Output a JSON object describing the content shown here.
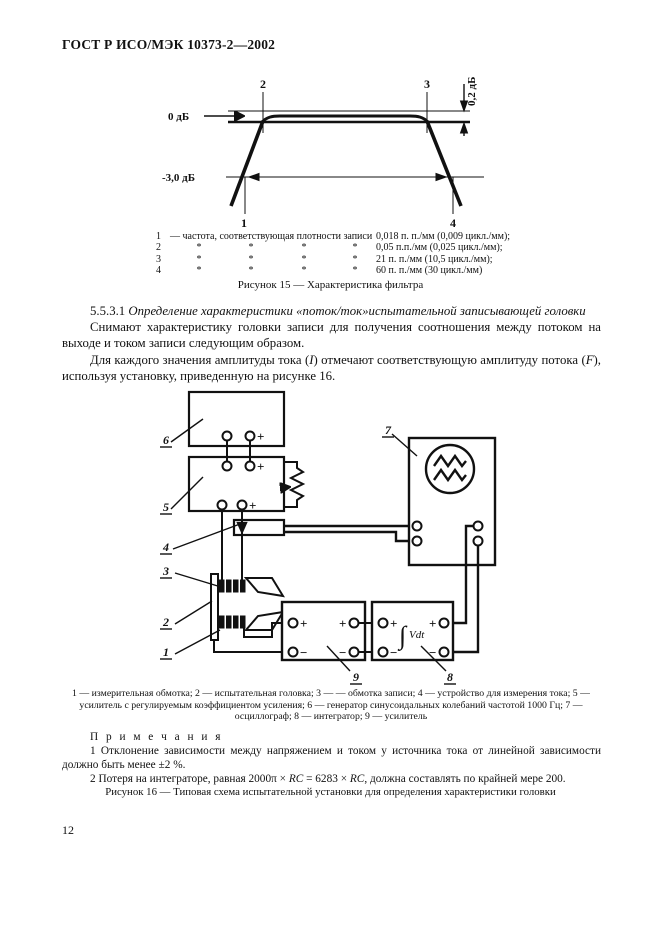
{
  "page": {
    "header": "ГОСТ Р ИСО/МЭК 10373-2—2002",
    "number": "12"
  },
  "figure15": {
    "axis": {
      "zero_db": "0 дБ",
      "minus3_db": "-3,0 дБ",
      "tolerance": "0,2 дБ"
    },
    "points": {
      "p1": "1",
      "p2": "2",
      "p3": "3",
      "p4": "4"
    },
    "legend": {
      "ditto": "*",
      "rows": [
        {
          "n": "1",
          "desc": "— частота, соответствующая плотности записи",
          "value": "0,018 п. п./мм (0,009 цикл./мм);"
        },
        {
          "n": "2",
          "value": "0,05 п.п./мм (0,025 цикл./мм);"
        },
        {
          "n": "3",
          "value": "21 п. п./мм (10,5 цикл./мм);"
        },
        {
          "n": "4",
          "value": "60 п. п./мм (30 цикл./мм)"
        }
      ]
    },
    "caption": "Рисунок 15 — Характеристика фильтра"
  },
  "section": {
    "number": "5.5.3.1",
    "title": "Определение характеристики «поток/ток»испытательной записывающей головки",
    "para1": "Снимают характеристику головки записи для получения соотношения между потоком на выходе и током записи следующим образом.",
    "para2": {
      "s0": "Для каждого значения амплитуды тока (",
      "s1": "I",
      "s2": ") отмечают соответствующую амплитуду потока (",
      "s3": "F",
      "s4": "), используя установку, приведенную на рисунке 16."
    }
  },
  "figure16": {
    "labels": {
      "n1": "1",
      "n2": "2",
      "n3": "3",
      "n4": "4",
      "n5": "5",
      "n6": "6",
      "n7": "7",
      "n8": "8",
      "n9": "9"
    },
    "signs": {
      "plus": "+",
      "minus": "−",
      "integral": "∫",
      "vdt": "Vdt"
    },
    "legend": "1 — измерительная обмотка; 2 — испытательная головка; 3 — — обмотка записи; 4 — устройство для измерения тока; 5 — усилитель с регулируемым коэффициентом усиления; 6 — генератор синусоидальных колебаний частотой 1000 Гц; 7 — осциллограф; 8 — интегратор; 9 — усилитель",
    "notes": {
      "heading": "П р и м е ч а н и я",
      "note1": "1 Отклонение зависимости между напряжением и током у источника тока от линейной зависимости должно быть менее ±2 %.",
      "note2": {
        "s0": "2 Потеря на интеграторе, равная 2000π × ",
        "s1": "RC",
        "s2": " = 6283 × ",
        "s3": "RC",
        "s4": ", должна составлять по крайней мере 200."
      }
    },
    "caption": "Рисунок 16 — Типовая схема испытательной установки для определения характеристики головки"
  }
}
